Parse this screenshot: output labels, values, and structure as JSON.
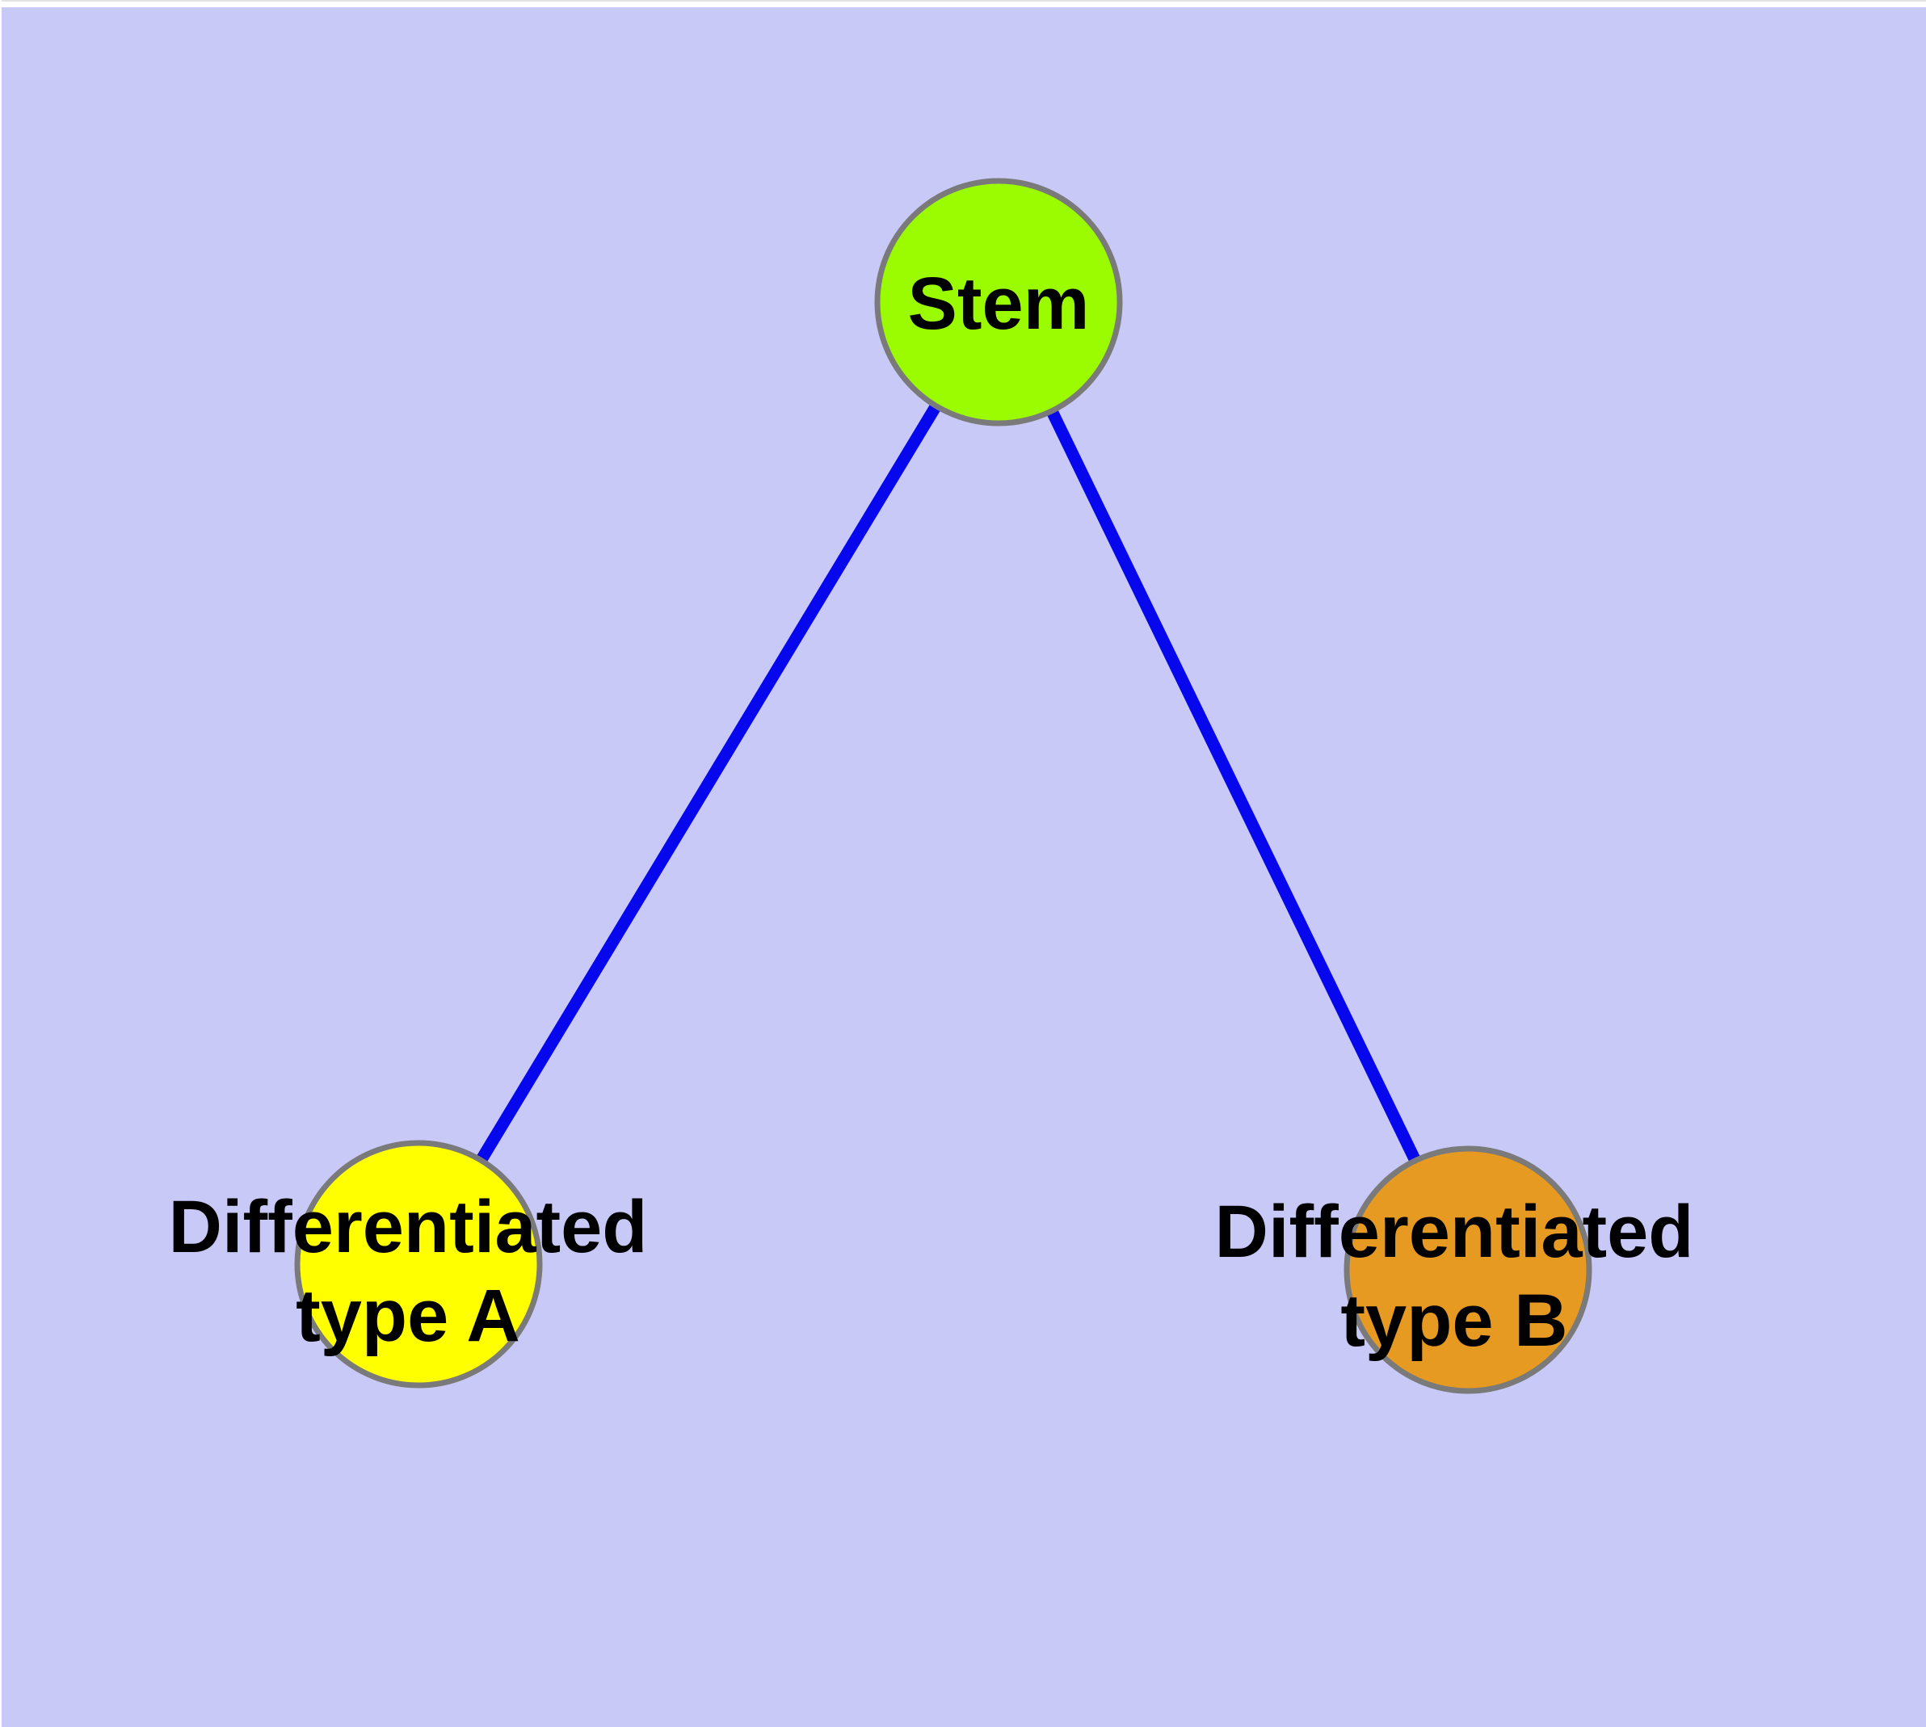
{
  "window": {
    "top_strip_color": "#ffffff",
    "background_color": "#c9c9f8"
  },
  "diagram": {
    "type": "node-link-graph",
    "edge_color": "#0707ee",
    "node_border_color": "#7a7a7a",
    "label_color": "#000000",
    "nodes": [
      {
        "id": "stem",
        "label": "Stem",
        "fill": "#9bfb00"
      },
      {
        "id": "differentiated-type-a",
        "label_line1": "Differentiated",
        "label_line2": "type A",
        "label_full": "Differentiated type A",
        "fill": "#ffff00"
      },
      {
        "id": "differentiated-type-b",
        "label_line1": "Differentiated",
        "label_line2": "type B",
        "label_full": "Differentiated type B",
        "fill": "#e69a22"
      }
    ],
    "edges": [
      {
        "from": "Stem",
        "to": "Differentiated type A"
      },
      {
        "from": "Stem",
        "to": "Differentiated type B"
      }
    ]
  }
}
